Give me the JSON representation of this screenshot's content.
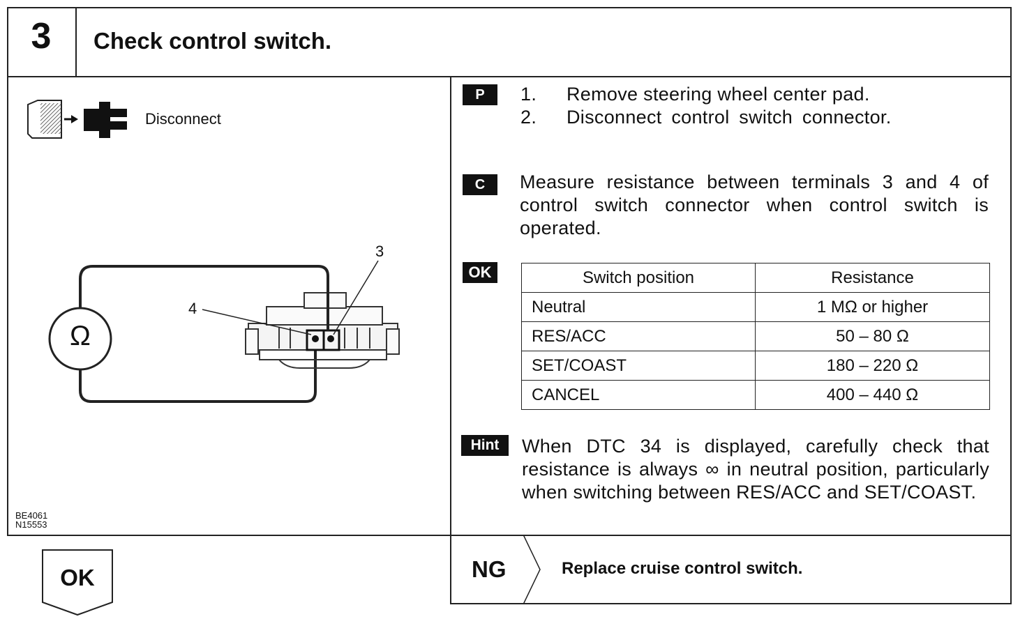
{
  "step": {
    "number": "3",
    "title": "Check control switch."
  },
  "prep": {
    "disconnect_label": "Disconnect",
    "badge": "P",
    "items": [
      {
        "num": "1.",
        "text": "Remove steering wheel center pad."
      },
      {
        "num": "2.",
        "text": "Disconnect control switch connector."
      }
    ]
  },
  "check": {
    "badge": "C",
    "text": "Measure resistance between terminals 3 and 4 of control switch connector when control switch is operated."
  },
  "ok_spec": {
    "badge": "OK",
    "headers": [
      "Switch position",
      "Resistance"
    ],
    "rows": [
      [
        "Neutral",
        "1 MΩ or higher"
      ],
      [
        "RES/ACC",
        "50 – 80 Ω"
      ],
      [
        "SET/COAST",
        "180 – 220 Ω"
      ],
      [
        "CANCEL",
        "400 – 440 Ω"
      ]
    ]
  },
  "hint": {
    "badge": "Hint",
    "text": "When DTC 34 is displayed, carefully check that resistance is always ∞ in neutral position, particularly when switching between RES/ACC and SET/COAST."
  },
  "diagram": {
    "ohm_symbol": "Ω",
    "terminal_3": "3",
    "terminal_4": "4",
    "ref_codes": [
      "BE4061",
      "N15553"
    ]
  },
  "result_ok": {
    "label": "OK"
  },
  "result_ng": {
    "label": "NG",
    "action": "Replace cruise control switch."
  }
}
